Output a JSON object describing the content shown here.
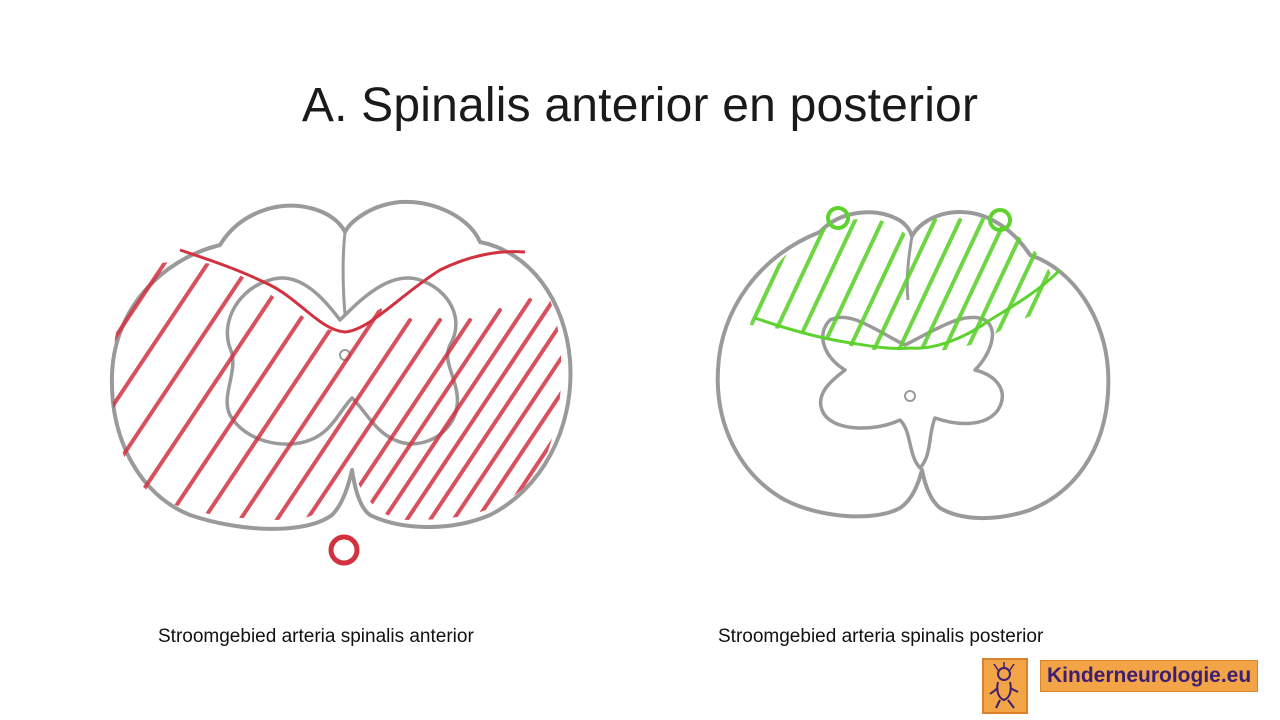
{
  "slide": {
    "title": "A. Spinalis anterior en posterior"
  },
  "figures": {
    "left_caption": "Stroomgebied arteria spinalis anterior",
    "right_caption": "Stroomgebied arteria spinalis posterior"
  },
  "logo": {
    "text": "Kinderneurologie.eu",
    "icon": "child-figure-icon"
  },
  "colors": {
    "outline": "#9a9a9a",
    "anterior_hatch": "#d2323f",
    "posterior_hatch": "#5ed22e",
    "logo_bg": "#f2a446",
    "logo_text": "#3d1e72"
  }
}
